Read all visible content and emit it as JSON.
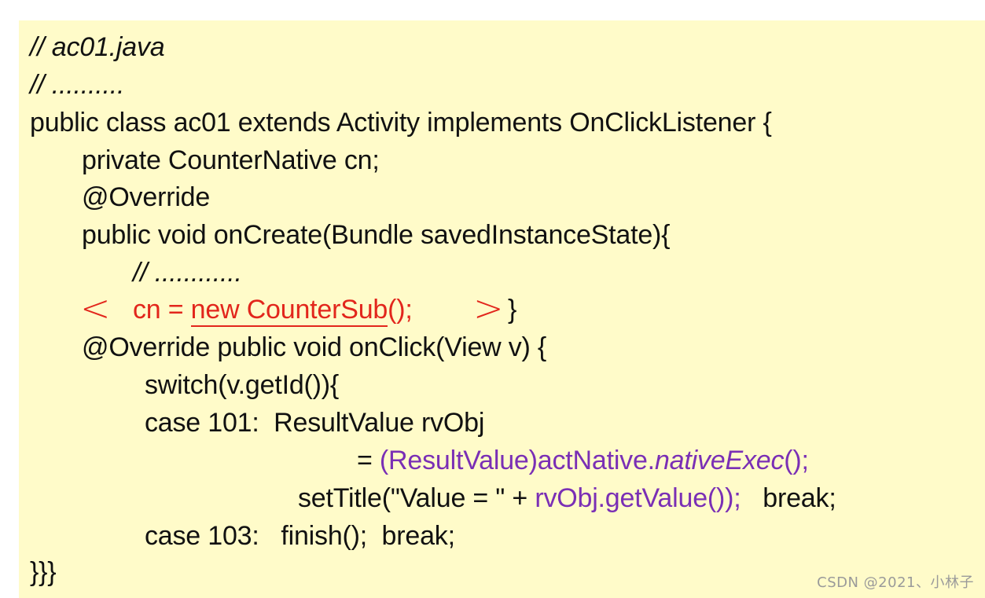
{
  "code": {
    "line1": "// ac01.java",
    "line2": "// ..........",
    "line3": "public class ac01 extends Activity implements OnClickListener {",
    "line4": "private CounterNative cn;",
    "line5": "@Override",
    "line6": "public void onCreate(Bundle savedInstanceState){",
    "line7": "// ............",
    "line8_code": "cn = ",
    "line8_new": "new CounterSub",
    "line8_rest": "();",
    "line8_close": "}",
    "line9": "@Override public void onClick(View v) {",
    "line10": "switch(v.getId()){",
    "line11": "case 101:  ResultValue rvObj",
    "line12_eq": "= ",
    "line12_cast": "(ResultValue)actNative.",
    "line12_method": "nativeExec",
    "line12_end": "();",
    "line13_a": "setTitle(\"Value = \" + ",
    "line13_b": "rvObj.getValue());",
    "line13_c": "   break;",
    "line14": "case 103:   finish();  break;",
    "line15": "}}}"
  },
  "annotation": {
    "left_bracket": "<",
    "right_bracket": ">"
  },
  "watermark": "CSDN @2021、小林子"
}
